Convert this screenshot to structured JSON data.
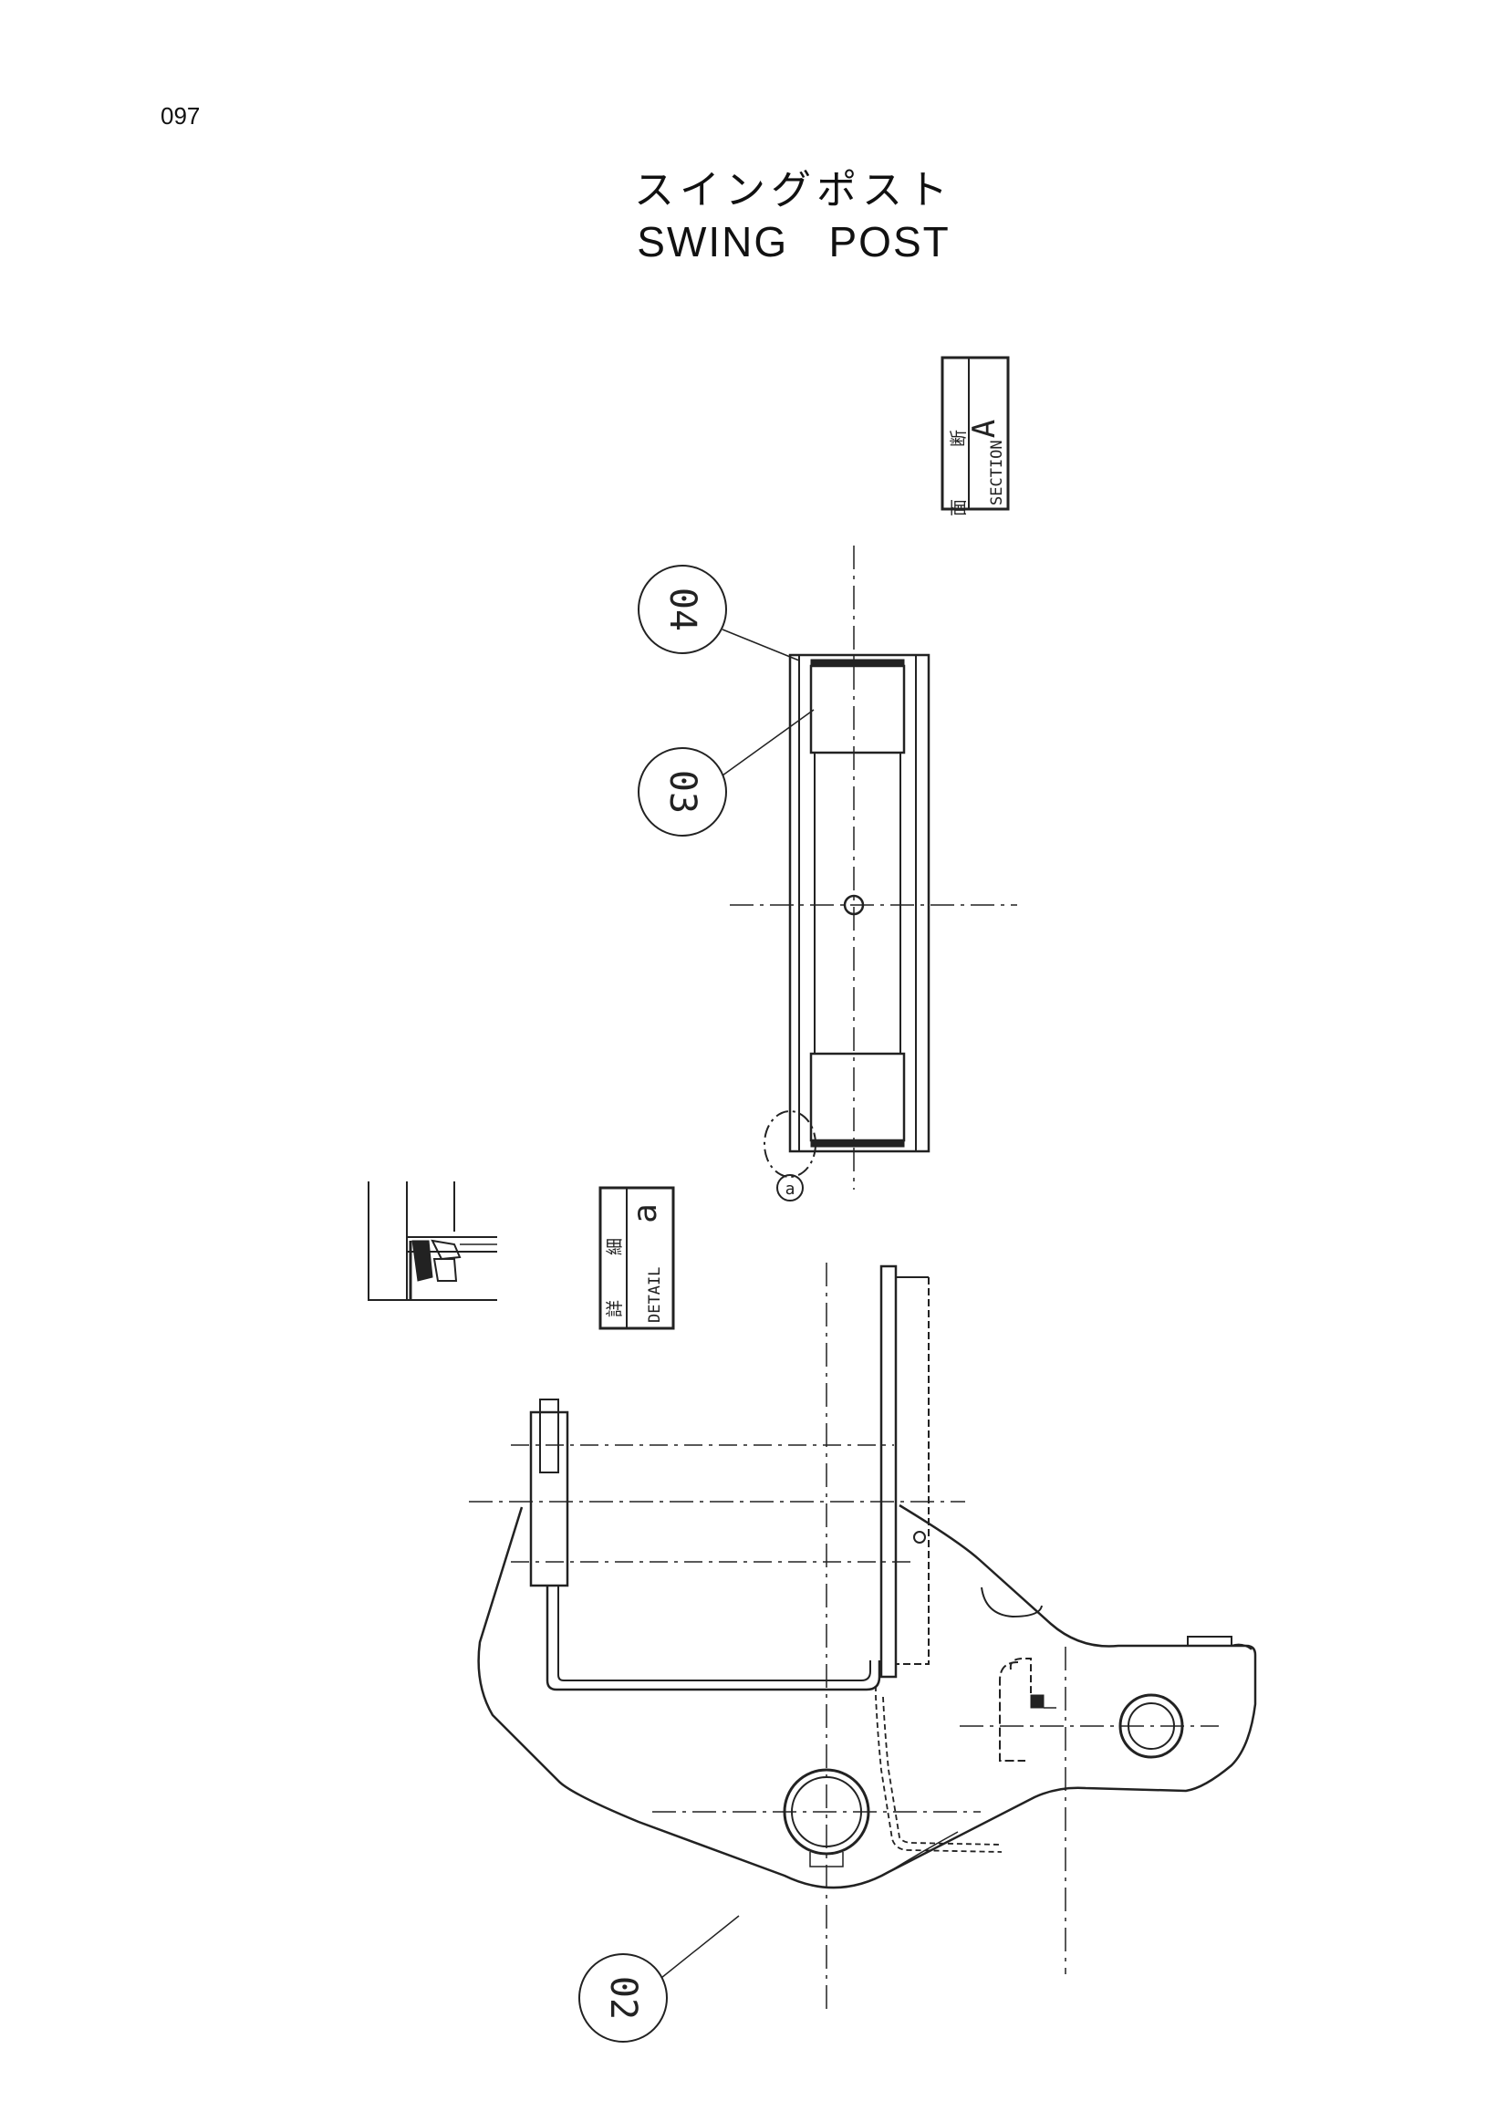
{
  "page": {
    "number": "097"
  },
  "title": {
    "japanese": "スイングポスト",
    "english": "SWING   POST"
  },
  "drawing": {
    "section_box": {
      "ja_chars": [
        "断",
        "面"
      ],
      "en": "SECTION",
      "letter": "A"
    },
    "detail_box": {
      "ja_chars": [
        "詳",
        "細"
      ],
      "en": "DETAIL",
      "letter": "a"
    },
    "detail_marker": "a",
    "callouts": [
      {
        "label": "04"
      },
      {
        "label": "03"
      },
      {
        "label": "02"
      }
    ]
  }
}
